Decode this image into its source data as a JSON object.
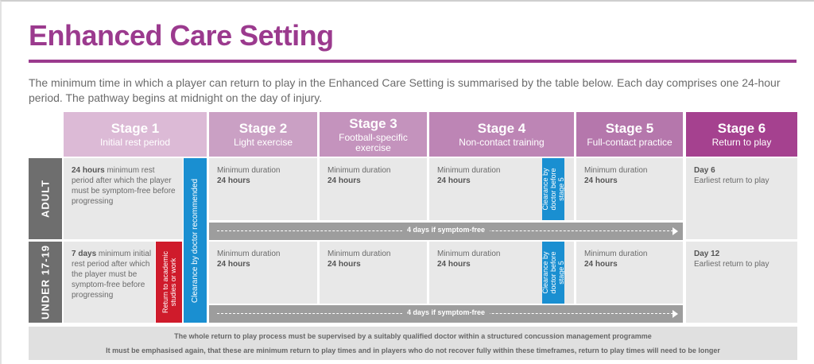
{
  "title": "Enhanced Care Setting",
  "intro": "The minimum time in which a player can return to play in the Enhanced Care Setting is summarised by the table below. Each day comprises one 24-hour period. The pathway begins at midnight on the day of injury.",
  "colors": {
    "brand": "#9b3a8e",
    "stage1": "#dcbad6",
    "stage2": "#caa0c4",
    "stage3": "#c493bd",
    "stage4": "#bd85b5",
    "stage5": "#b577ac",
    "stage6": "#a5418f",
    "clearance_blue": "#1a8fd1",
    "return_red": "#cf1b2b"
  },
  "stages": [
    {
      "label": "Stage 1",
      "sub": "Initial rest period"
    },
    {
      "label": "Stage 2",
      "sub": "Light exercise"
    },
    {
      "label": "Stage 3",
      "sub": "Football-specific exercise"
    },
    {
      "label": "Stage 4",
      "sub": "Non-contact training"
    },
    {
      "label": "Stage 5",
      "sub": "Full-contact practice"
    },
    {
      "label": "Stage 6",
      "sub": "Return to play"
    }
  ],
  "rows": {
    "adult": {
      "label": "ADULT",
      "stage1_bold": "24 hours",
      "stage1_text": " minimum rest period after which the player must be symptom-free before progressing",
      "min_label": "Minimum duration",
      "min_value": "24 hours",
      "stage6_bold": "Day 6",
      "stage6_text": "Earliest return to play",
      "arrow": "4 days if symptom-free"
    },
    "under": {
      "label": "UNDER 17-19",
      "stage1_bold": "7 days",
      "stage1_text": " minimum initial rest period after which the player must be symptom-free before progressing",
      "min_label": "Minimum duration",
      "min_value": "24 hours",
      "stage6_bold": "Day 12",
      "stage6_text": "Earliest return to play",
      "arrow": "4 days if symptom-free"
    }
  },
  "clearance_doctor": "Clearance by doctor recommended",
  "clearance_stage5": "Clearance by doctor before stage 5",
  "return_academic": "Return to academic studies or work",
  "footer": {
    "line1": "The whole return to play process must be supervised by a suitably qualified doctor within a structured concussion management programme",
    "line2": "It must be emphasised again, that these are minimum return to play times and in players who do not recover fully within these timeframes, return to play times will need to be longer"
  }
}
